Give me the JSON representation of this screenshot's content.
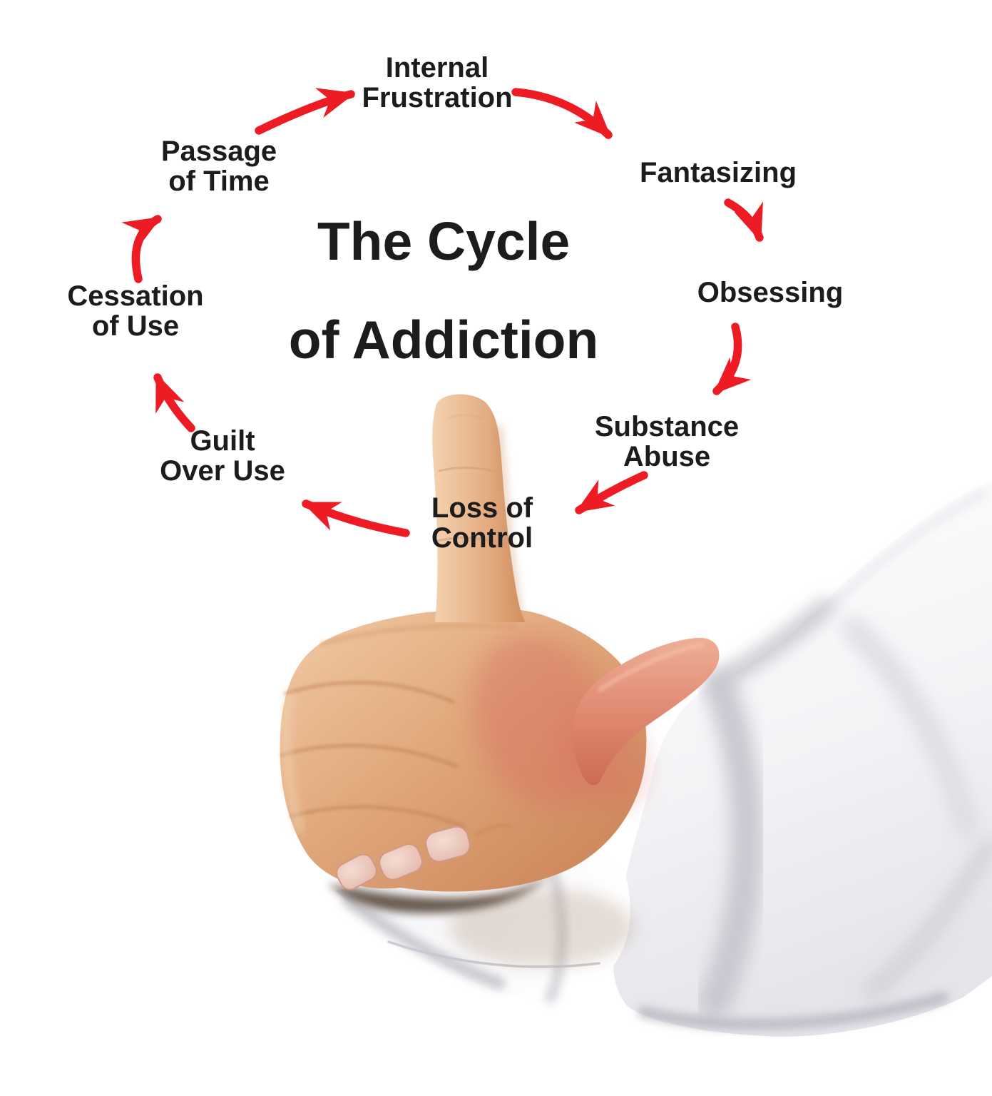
{
  "title": {
    "line1": "The Cycle",
    "line2": "of Addiction"
  },
  "steps": [
    {
      "name": "internal-frustration",
      "lines": [
        "Internal",
        "Frustration"
      ]
    },
    {
      "name": "fantasizing",
      "lines": [
        "Fantasizing"
      ]
    },
    {
      "name": "obsessing",
      "lines": [
        "Obsessing"
      ]
    },
    {
      "name": "substance-abuse",
      "lines": [
        "Substance",
        "Abuse"
      ]
    },
    {
      "name": "loss-of-control",
      "lines": [
        "Loss of",
        "Control"
      ]
    },
    {
      "name": "guilt-over-use",
      "lines": [
        "Guilt",
        "Over Use"
      ]
    },
    {
      "name": "cessation-of-use",
      "lines": [
        "Cessation",
        "of Use"
      ]
    },
    {
      "name": "passage-of-time",
      "lines": [
        "Passage",
        "of Time"
      ]
    }
  ],
  "colors": {
    "arrow_red": "#ed1c24",
    "text_black": "#1c1c1c",
    "background": "#ffffff"
  }
}
